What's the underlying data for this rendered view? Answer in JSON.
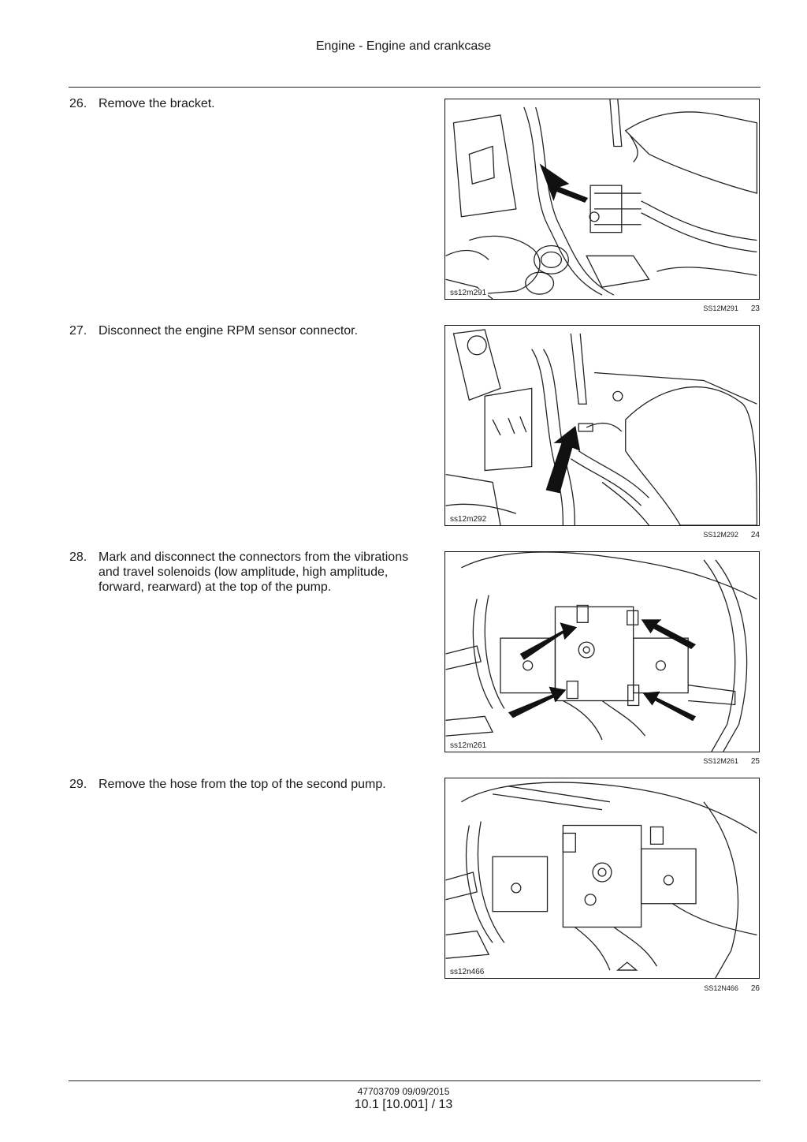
{
  "header": {
    "title": "Engine - Engine and crankcase"
  },
  "steps": [
    {
      "num": "26.",
      "text": "Remove the bracket.",
      "fig_code": "ss12m291",
      "caption_ref": "SS12M291",
      "fig_num": "23"
    },
    {
      "num": "27.",
      "text": "Disconnect the engine RPM sensor connector.",
      "fig_code": "ss12m292",
      "caption_ref": "SS12M292",
      "fig_num": "24"
    },
    {
      "num": "28.",
      "text": "Mark and disconnect the connectors from the vibrations and travel solenoids (low amplitude, high amplitude, forward, rearward) at the top of the pump.",
      "fig_code": "ss12m261",
      "caption_ref": "SS12M261",
      "fig_num": "25"
    },
    {
      "num": "29.",
      "text": "Remove the hose from the top of the second pump.",
      "fig_code": "ss12n466",
      "caption_ref": "SS12N466",
      "fig_num": "26"
    }
  ],
  "footer": {
    "doc_ref": "47703709 09/09/2015",
    "page": "10.1 [10.001] / 13"
  }
}
